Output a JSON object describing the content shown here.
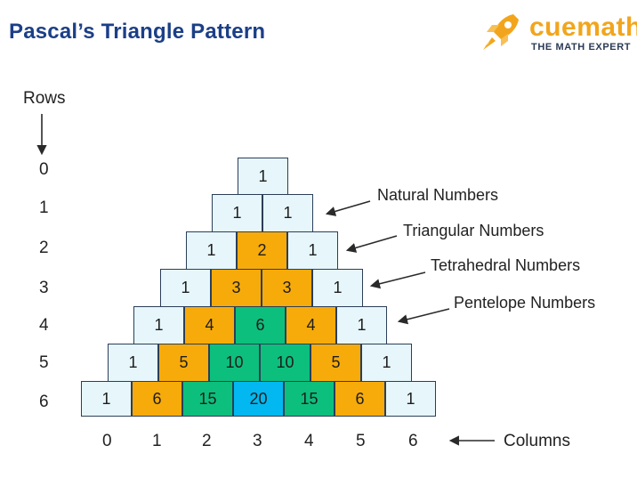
{
  "title": "Pascal’s Triangle Pattern",
  "logo": {
    "brand": "cuemath",
    "tagline": "THE MATH EXPERT"
  },
  "rows_label": "Rows",
  "columns_label": "Columns",
  "row_numbers": [
    "0",
    "1",
    "2",
    "3",
    "4",
    "5",
    "6"
  ],
  "column_numbers": [
    "0",
    "1",
    "2",
    "3",
    "4",
    "5",
    "6"
  ],
  "triangle": [
    [
      "1"
    ],
    [
      "1",
      "1"
    ],
    [
      "1",
      "2",
      "1"
    ],
    [
      "1",
      "3",
      "3",
      "1"
    ],
    [
      "1",
      "4",
      "6",
      "4",
      "1"
    ],
    [
      "1",
      "5",
      "10",
      "10",
      "5",
      "1"
    ],
    [
      "1",
      "6",
      "15",
      "20",
      "15",
      "6",
      "1"
    ]
  ],
  "diagonal_colors": [
    "#e6f6fb",
    "#f7ab0a",
    "#0dbf7d",
    "#03b8f0",
    "#b36af5"
  ],
  "annotations": [
    {
      "text": "Natural Numbers",
      "row": 1
    },
    {
      "text": "Triangular Numbers",
      "row": 2
    },
    {
      "text": "Tetrahedral Numbers",
      "row": 3
    },
    {
      "text": "Pentelope Numbers",
      "row": 4
    }
  ]
}
